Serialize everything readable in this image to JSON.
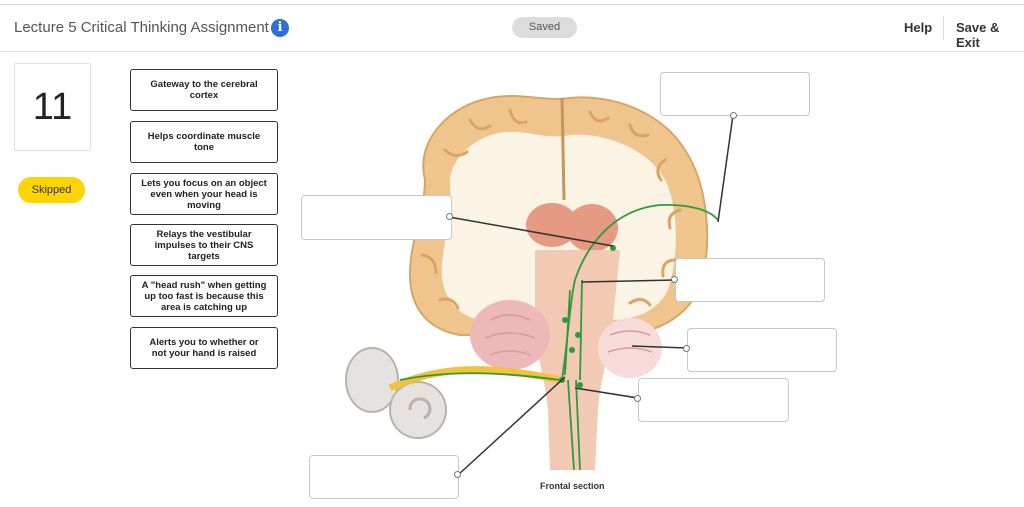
{
  "header": {
    "title": "Lecture 5 Critical Thinking Assignment",
    "info_icon": "info-icon",
    "status": "Saved",
    "help": "Help",
    "save_exit": "Save & Exit"
  },
  "question": {
    "number": "11",
    "status": "Skipped"
  },
  "labels": [
    "Gateway to the cerebral cortex",
    "Helps coordinate muscle tone",
    "Lets you focus on an object even when your head is moving",
    "Relays the vestibular impulses to their CNS targets",
    "A \"head rush\" when getting up too fast is because this area is catching up",
    "Alerts you to whether or not your hand is raised"
  ],
  "figure": {
    "caption": "Frontal section"
  },
  "colors": {
    "accent": "#2f6fd6",
    "skipped": "#ffd400",
    "pathway": "#2e9a3e",
    "nerve": "#f2c23c"
  }
}
